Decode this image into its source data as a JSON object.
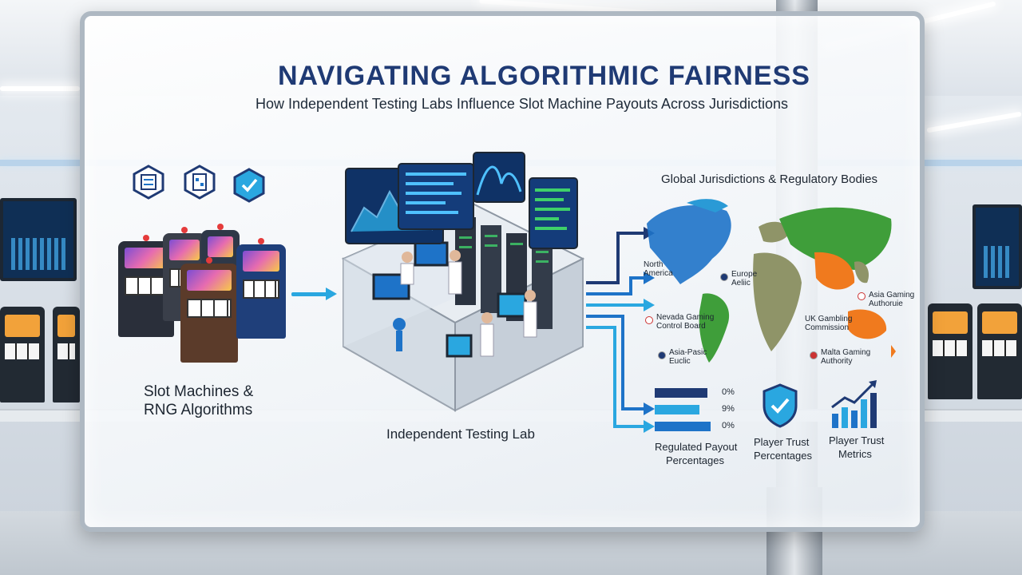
{
  "title": "NAVIGATING ALGORITHMIC FAIRNESS",
  "subtitle": "How Independent Testing Labs Influence Slot Machine Payouts Across Jurisdictions",
  "left_section": {
    "label_line1": "Slot Machines &",
    "label_line2": "RNG Algorithms"
  },
  "center_section": {
    "label": "Independent Testing Lab"
  },
  "map_section": {
    "heading": "Global Jurisdictions & Regulatory Bodies",
    "regions": [
      {
        "line1": "North",
        "line2": "America"
      },
      {
        "line1": "Europe",
        "line2": "Aeliic"
      },
      {
        "line1": "Asia Gaming",
        "line2": "Authoruie"
      },
      {
        "line1": "Nevada Gaming",
        "line2": "Control Board"
      },
      {
        "line1": "UK Gambling",
        "line2": "Commission"
      },
      {
        "line1": "Asia-Pasic",
        "line2": "Euclic"
      },
      {
        "line1": "Malta Gaming",
        "line2": "Authority"
      }
    ]
  },
  "payout_bars": {
    "values": [
      "0%",
      "9%",
      "0%"
    ],
    "fractions": [
      0.83,
      0.7,
      0.88
    ],
    "label_line1": "Regulated Payout",
    "label_line2": "Percentages"
  },
  "trust": {
    "label_line1": "Player Trust",
    "label_line2": "Percentages"
  },
  "metrics": {
    "label_line1": "Player Trust",
    "label_line2": "Metrics"
  },
  "colors": {
    "navy": "#1f3a74",
    "blue": "#1e73c8",
    "cyan": "#2aa7e0",
    "green": "#3f9e3a",
    "orange": "#f07a1e",
    "olive": "#8f9468"
  }
}
